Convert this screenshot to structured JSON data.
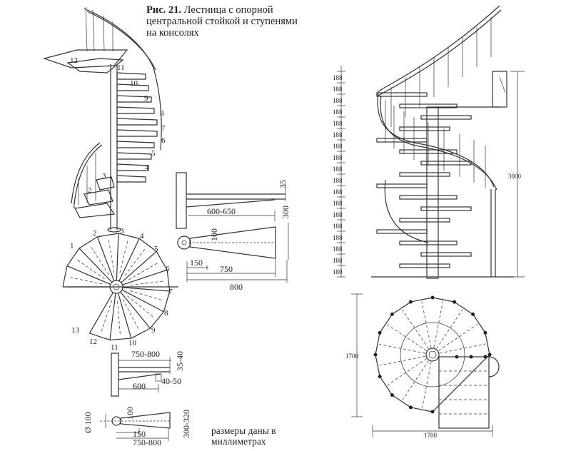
{
  "caption": {
    "fig": "Рис. 21.",
    "text": "Лестница с опорной центральной стойкой и ступенями на консолях"
  },
  "note": "размеры даны в миллиметрах",
  "left_elevation_step_numbers": [
    "1",
    "2",
    "3",
    "4",
    "5",
    "6",
    "7",
    "8",
    "9",
    "10",
    "11",
    "12"
  ],
  "left_plan_step_numbers": [
    "1",
    "2",
    "3",
    "4",
    "5",
    "6",
    "7",
    "8",
    "9",
    "10",
    "11",
    "12",
    "13"
  ],
  "bracket1": {
    "d35": "35",
    "d600_650": "600-650",
    "d300": "300",
    "d100": "100",
    "d150": "150",
    "d750": "750",
    "d800": "800"
  },
  "bracket2": {
    "d750_800_top": "750-800",
    "d35_40": "35-40",
    "d40_50": "40-50",
    "d600": "600",
    "d100_dia": "Ø 100",
    "d100": "100",
    "d300_320": "300-320",
    "d150": "150",
    "d750_800_bottom": "750-800"
  },
  "right_elevation": {
    "riser_labels": [
      "188",
      "188",
      "188",
      "188",
      "188",
      "188",
      "188",
      "188",
      "188",
      "188",
      "188",
      "188",
      "188",
      "188",
      "188",
      "188",
      "188",
      "180"
    ],
    "height": "3000"
  },
  "right_plan": {
    "depth": "1700",
    "width": "1700"
  }
}
